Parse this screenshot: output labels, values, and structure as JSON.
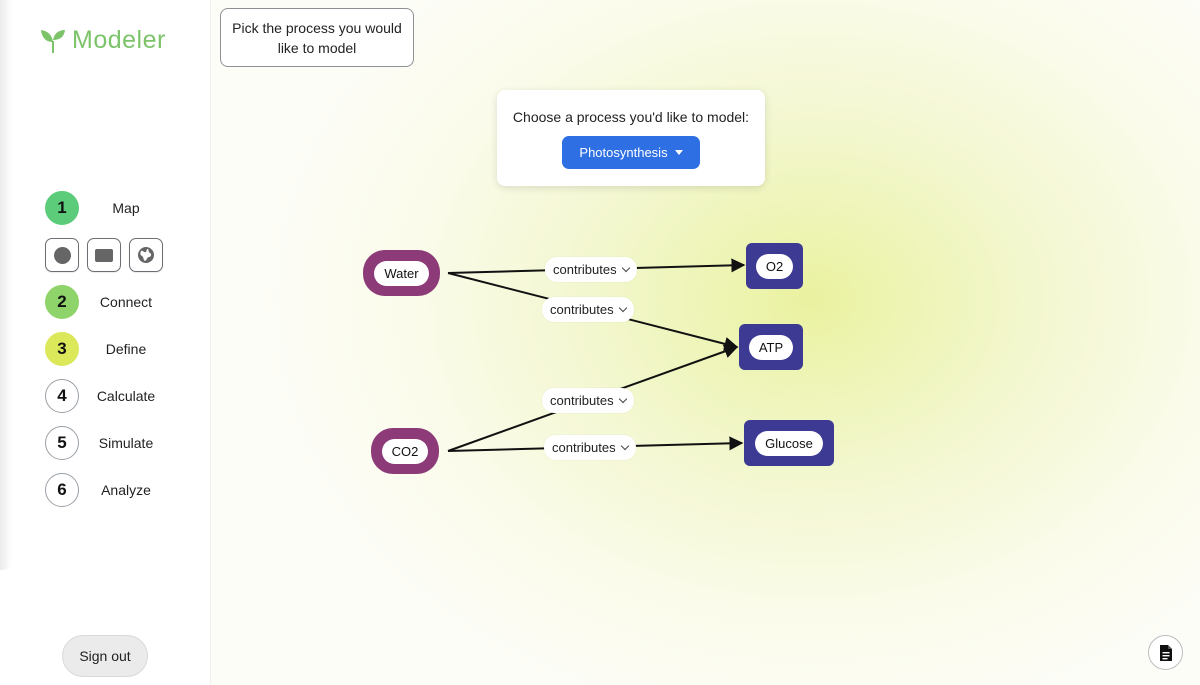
{
  "app": {
    "name": "Modeler",
    "brand_color": "#7cc36a"
  },
  "steps": [
    {
      "number": "1",
      "label": "Map"
    },
    {
      "number": "2",
      "label": "Connect"
    },
    {
      "number": "3",
      "label": "Define"
    },
    {
      "number": "4",
      "label": "Calculate"
    },
    {
      "number": "5",
      "label": "Simulate"
    },
    {
      "number": "6",
      "label": "Analyze"
    }
  ],
  "tools": [
    "circle-node-icon",
    "rect-node-icon",
    "globe-icon"
  ],
  "sidebar": {
    "signout_label": "Sign out"
  },
  "prompt": {
    "text": "Pick the process you would like to model"
  },
  "chooser": {
    "text": "Choose a process you'd like to model:",
    "selected": "Photosynthesis",
    "button_color": "#2f6fe4"
  },
  "nodes": {
    "water": "Water",
    "co2": "CO2",
    "o2": "O2",
    "atp": "ATP",
    "glucose": "Glucose"
  },
  "colors": {
    "input_node": "#8c3a78",
    "output_node": "#3d3a93"
  },
  "edges": [
    {
      "from": "Water",
      "to": "O2",
      "label": "contributes"
    },
    {
      "from": "Water",
      "to": "ATP",
      "label": "contributes"
    },
    {
      "from": "CO2",
      "to": "ATP",
      "label": "contributes"
    },
    {
      "from": "CO2",
      "to": "Glucose",
      "label": "contributes"
    }
  ]
}
